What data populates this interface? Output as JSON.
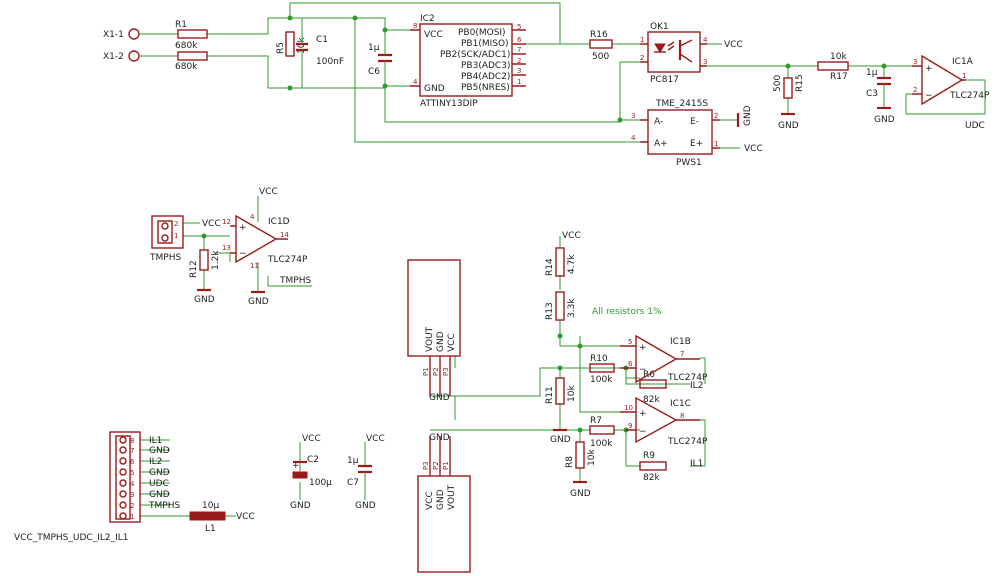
{
  "note": "All resistors 1%",
  "connectors": {
    "x1_1": "X1-1",
    "x1_2": "X1-2",
    "tmphs_pins": [
      "2",
      "1"
    ],
    "tmphs_name": "TMPHS",
    "il1_pins": [
      "8",
      "7",
      "6",
      "5",
      "4",
      "3",
      "2",
      "1"
    ],
    "il1_signals": [
      "IL1",
      "GND",
      "IL2",
      "GND",
      "UDC",
      "GND",
      "TMPHS",
      ""
    ],
    "il1_name": "VCC_TMPHS_UDC_IL2_IL1"
  },
  "resistors": {
    "r1": {
      "name": "R1",
      "value": "680k"
    },
    "r2": {
      "value": "680k"
    },
    "r5": {
      "name": "R5",
      "value": "10k"
    },
    "r16": {
      "name": "R16",
      "value": "500"
    },
    "r15": {
      "name": "R15",
      "value": "500"
    },
    "r17": {
      "name": "R17",
      "value": "10k"
    },
    "r12": {
      "name": "R12",
      "value": "1.2k"
    },
    "r14": {
      "name": "R14",
      "value": "4.7k"
    },
    "r13": {
      "name": "R13",
      "value": "3.3k"
    },
    "r10": {
      "name": "R10",
      "value": "100k"
    },
    "r11": {
      "name": "R11",
      "value": "10k"
    },
    "r6": {
      "name": "R6",
      "value": "82k"
    },
    "r7": {
      "name": "R7",
      "value": "100k"
    },
    "r8": {
      "name": "R8",
      "value": "10k"
    },
    "r9": {
      "name": "R9",
      "value": "82k"
    }
  },
  "capacitors": {
    "c1": {
      "name": "C1",
      "value": "100nF"
    },
    "c6": {
      "name": "C6",
      "value": "1µ"
    },
    "c3": {
      "name": "C3",
      "value": "1µ"
    },
    "c2": {
      "name": "C2",
      "value": "100µ"
    },
    "c7": {
      "name": "C7",
      "value": "1µ"
    }
  },
  "inductor": {
    "name": "L1",
    "value": "10µ"
  },
  "ic2": {
    "name": "IC2",
    "part": "ATTINY13DIP",
    "left_pins": [
      {
        "num": "8",
        "label": "VCC"
      },
      {
        "num": "4",
        "label": "GND"
      }
    ],
    "right_pins": [
      {
        "num": "5",
        "label": "PB0(MOSI)"
      },
      {
        "num": "6",
        "label": "PB1(MISO)"
      },
      {
        "num": "7",
        "label": "PB2(SCK/ADC1)"
      },
      {
        "num": "2",
        "label": "PB3(ADC3)"
      },
      {
        "num": "3",
        "label": "PB4(ADC2)"
      },
      {
        "num": "1",
        "label": "PB5(NRES)"
      }
    ]
  },
  "ok1": {
    "name": "OK1",
    "part": "PC817",
    "pins": [
      "1",
      "2",
      "4",
      "3"
    ]
  },
  "pws1": {
    "name": "PWS1",
    "part": "TME_2415S",
    "pins": [
      "3",
      "4",
      "2",
      "1"
    ],
    "pin_labels": [
      "A-",
      "A+",
      "E-",
      "E+"
    ]
  },
  "opamps": {
    "ic1a": {
      "name": "IC1A",
      "part": "TLC274P",
      "pins": [
        "3",
        "2",
        "1"
      ]
    },
    "ic1b": {
      "name": "IC1B",
      "part": "TLC274P",
      "pins": [
        "5",
        "6",
        "7"
      ]
    },
    "ic1c": {
      "name": "IC1C",
      "part": "TLC274P",
      "pins": [
        "10",
        "9",
        "8"
      ]
    },
    "ic1d": {
      "name": "IC1D",
      "part": "TLC274P",
      "pins": [
        "12",
        "13",
        "14",
        "4",
        "11"
      ]
    }
  },
  "sensors": {
    "top": {
      "pins": [
        "P1",
        "P2",
        "P3"
      ],
      "labels": [
        "VOUT",
        "GND",
        "VCC"
      ]
    },
    "bottom": {
      "pins": [
        "P3",
        "P2",
        "P1"
      ],
      "labels": [
        "VCC",
        "GND",
        "VOUT"
      ]
    }
  },
  "nets": {
    "vcc": "VCC",
    "gnd": "GND",
    "udc": "UDC",
    "il1": "IL1",
    "il2": "IL2",
    "tmphs": "TMPHS"
  },
  "plus": "+",
  "minus": "−"
}
